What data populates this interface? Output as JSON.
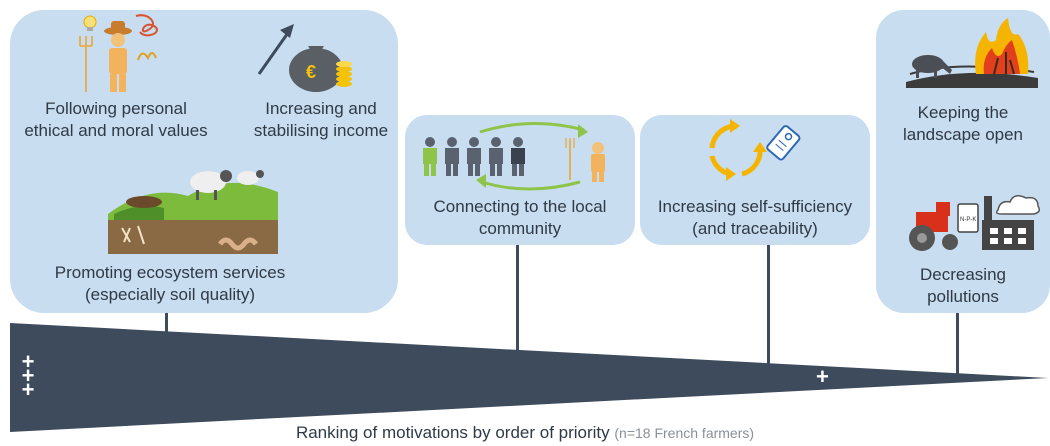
{
  "motivations": [
    {
      "lines": [
        "Following personal",
        "ethical and moral values"
      ]
    },
    {
      "lines": [
        "Increasing and",
        "stabilising income"
      ]
    },
    {
      "lines": [
        "Promoting ecosystem services",
        "(especially soil quality)"
      ]
    },
    {
      "lines": [
        "Connecting to the local",
        "community"
      ]
    },
    {
      "lines": [
        "Increasing self-sufficiency",
        "(and traceability)"
      ]
    },
    {
      "lines": [
        "Keeping the",
        "landscape open"
      ]
    },
    {
      "lines": [
        "Decreasing",
        "pollutions"
      ]
    }
  ],
  "priority_marks": {
    "high": "+++",
    "low": "+"
  },
  "currency_symbol": "€",
  "fertilizer_label": "N-P-K",
  "caption": {
    "main": "Ranking of motivations by order of priority",
    "note": "(n=18 French farmers)"
  },
  "colors": {
    "box": "#c8ddf0",
    "wedge": "#3e4b5d",
    "text": "#2f3a46",
    "arrow_green": "#8fc44a",
    "arrow_orange": "#f5b400"
  }
}
